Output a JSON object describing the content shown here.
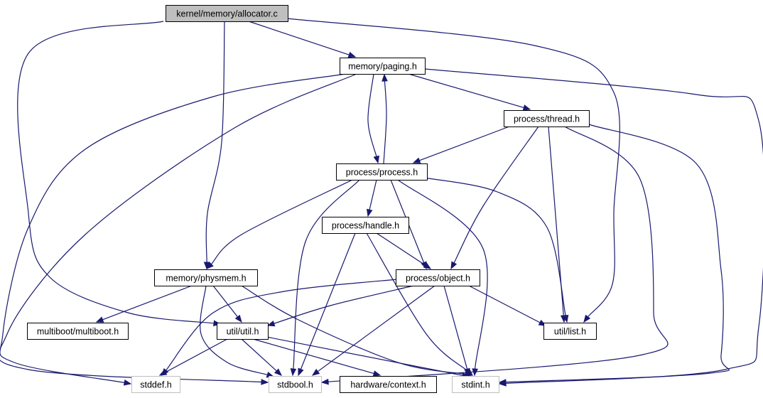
{
  "colors": {
    "edge": "#191970",
    "root_fill": "#bfbfbf",
    "box_fill": "#ffffff",
    "box_stroke": "#000000",
    "ghost_stroke": "#bfbfbf"
  },
  "nodes": {
    "allocator": {
      "label": "kernel/memory/allocator.c",
      "style": "root"
    },
    "paging": {
      "label": "memory/paging.h",
      "style": "normal"
    },
    "thread": {
      "label": "process/thread.h",
      "style": "normal"
    },
    "process": {
      "label": "process/process.h",
      "style": "normal"
    },
    "handle": {
      "label": "process/handle.h",
      "style": "normal"
    },
    "physmem": {
      "label": "memory/physmem.h",
      "style": "normal"
    },
    "object": {
      "label": "process/object.h",
      "style": "normal"
    },
    "multiboot": {
      "label": "multiboot/multiboot.h",
      "style": "normal"
    },
    "util": {
      "label": "util/util.h",
      "style": "normal"
    },
    "list": {
      "label": "util/list.h",
      "style": "normal"
    },
    "stddef": {
      "label": "stddef.h",
      "style": "ghost"
    },
    "stdbool": {
      "label": "stdbool.h",
      "style": "ghost"
    },
    "context": {
      "label": "hardware/context.h",
      "style": "normal"
    },
    "stdint": {
      "label": "stdint.h",
      "style": "ghost"
    }
  },
  "edges": [
    [
      "allocator",
      "paging"
    ],
    [
      "allocator",
      "physmem"
    ],
    [
      "allocator",
      "util"
    ],
    [
      "allocator",
      "list"
    ],
    [
      "paging",
      "process"
    ],
    [
      "paging",
      "thread"
    ],
    [
      "paging",
      "stddef"
    ],
    [
      "paging",
      "stdbool"
    ],
    [
      "paging",
      "stdint"
    ],
    [
      "process",
      "paging"
    ],
    [
      "process",
      "handle"
    ],
    [
      "process",
      "physmem"
    ],
    [
      "process",
      "object"
    ],
    [
      "process",
      "list"
    ],
    [
      "process",
      "stdbool"
    ],
    [
      "process",
      "stdint"
    ],
    [
      "thread",
      "process"
    ],
    [
      "thread",
      "object"
    ],
    [
      "thread",
      "list"
    ],
    [
      "thread",
      "stdbool"
    ],
    [
      "thread",
      "stdint"
    ],
    [
      "handle",
      "object"
    ],
    [
      "handle",
      "stdbool"
    ],
    [
      "handle",
      "stdint"
    ],
    [
      "physmem",
      "multiboot"
    ],
    [
      "physmem",
      "util"
    ],
    [
      "physmem",
      "stdbool"
    ],
    [
      "physmem",
      "stdint"
    ],
    [
      "object",
      "util"
    ],
    [
      "object",
      "list"
    ],
    [
      "object",
      "stddef"
    ],
    [
      "object",
      "stdbool"
    ],
    [
      "object",
      "stdint"
    ],
    [
      "util",
      "stddef"
    ],
    [
      "util",
      "stdbool"
    ],
    [
      "util",
      "context"
    ],
    [
      "util",
      "stdint"
    ]
  ]
}
